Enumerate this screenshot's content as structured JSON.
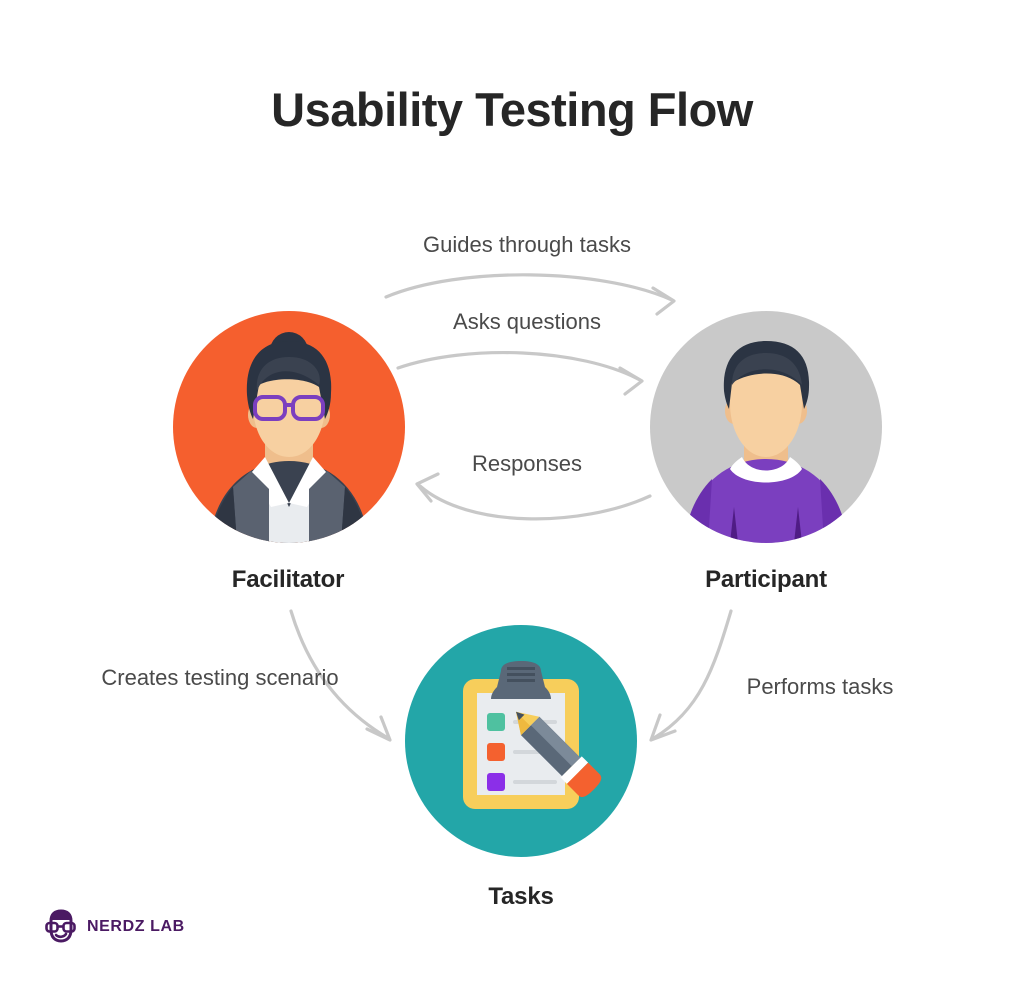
{
  "page": {
    "title": "Usability Testing Flow",
    "background_color": "#FFFFFF"
  },
  "nodes": [
    {
      "id": "facilitator",
      "label": "Facilitator",
      "circle_color": "#F55F2E",
      "avatar": "woman-avatar-icon"
    },
    {
      "id": "participant",
      "label": "Participant",
      "circle_color": "#C9C9C9",
      "avatar": "man-avatar-icon"
    },
    {
      "id": "tasks",
      "label": "Tasks",
      "circle_color": "#23A6A8",
      "avatar": "clipboard-pencil-icon"
    }
  ],
  "flows": [
    {
      "id": "guides",
      "label": "Guides through tasks",
      "from": "Facilitator",
      "to": "Participant",
      "direction": "right"
    },
    {
      "id": "asks",
      "label": "Asks questions",
      "from": "Facilitator",
      "to": "Participant",
      "direction": "right"
    },
    {
      "id": "responses",
      "label": "Responses",
      "from": "Participant",
      "to": "Facilitator",
      "direction": "left"
    },
    {
      "id": "creates",
      "label": "Creates testing scenario",
      "from": "Facilitator",
      "to": "Tasks",
      "direction": "down-right"
    },
    {
      "id": "performs",
      "label": "Performs tasks",
      "from": "Participant",
      "to": "Tasks",
      "direction": "down-left"
    }
  ],
  "logo": {
    "text": "NERDZ LAB",
    "color": "#4B1A63",
    "icon": "nerd-face-icon"
  },
  "palette": {
    "orange": "#F55F2E",
    "gray": "#C9C9C9",
    "teal": "#23A6A8",
    "purple": "#7B3FBF",
    "shirt_purple": "#7B3FBF",
    "hair_dark": "#2B3443",
    "skin": "#F7D0A1",
    "arrow_gray": "#C8C8C8",
    "text_dark": "#262626",
    "text_muted": "#4A4A4A",
    "clipboard_yellow": "#F7CE5B",
    "check_green": "#4FC1A0",
    "check_orange": "#F4612F",
    "check_purple": "#8B2FE8"
  }
}
